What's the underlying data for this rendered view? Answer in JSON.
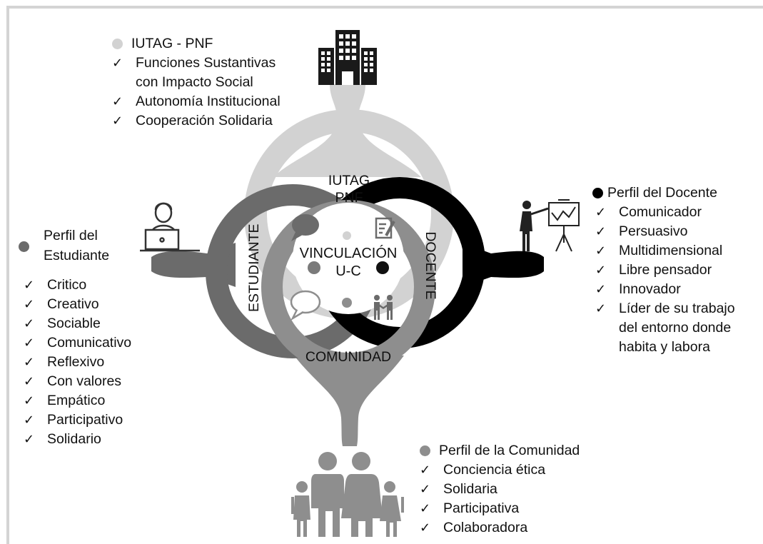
{
  "colors": {
    "iutag": "#d2d2d2",
    "estudiante": "#6b6b6b",
    "docente": "#000000",
    "comunidad": "#8e8e8e",
    "center": "#ffffff"
  },
  "icons": {
    "building": "building-icon",
    "student": "student-laptop-icon",
    "teacher": "teacher-presentation-icon",
    "community": "family-icon",
    "chat_filled": "chat-bubble-icon",
    "document": "document-edit-icon",
    "chat_outline": "chat-outline-icon",
    "handshake": "handshake-icon"
  },
  "diagram": {
    "center_title_line1": "VINCULACIÓN",
    "center_title_line2": "U-C",
    "label_iutag_line1": "IUTAG",
    "label_iutag_line2": "PNF",
    "label_estudiante": "ESTUDIANTE",
    "label_docente": "DOCENTE",
    "label_comunidad": "COMUNIDAD"
  },
  "iutag": {
    "title": "IUTAG - PNF",
    "items": [
      "Funciones Sustantivas",
      "con Impacto Social",
      "Autonomía Institucional",
      "Cooperación Solidaria"
    ]
  },
  "estudiante": {
    "title_line1": "Perfil del",
    "title_line2": "Estudiante",
    "items": [
      "Critico",
      "Creativo",
      "Sociable",
      "Comunicativo",
      "Reflexivo",
      "Con valores",
      "Empático",
      "Participativo",
      "Solidario"
    ]
  },
  "docente": {
    "title": "Perfil del Docente",
    "items": [
      "Comunicador",
      "Persuasivo",
      "Multidimensional",
      "Libre pensador",
      "Innovador",
      "Líder de su trabajo",
      "del entorno donde",
      "habita y labora"
    ]
  },
  "comunidad": {
    "title": "Perfil de la Comunidad",
    "items": [
      "Conciencia ética",
      "Solidaria",
      "Participativa",
      "Colaboradora"
    ]
  }
}
